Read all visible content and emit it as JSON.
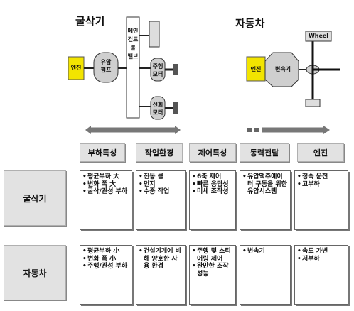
{
  "excavator": {
    "title": "굴삭기",
    "engine": "엔진",
    "pump": "유압\n펌프",
    "valve": "메인\n컨트롤\n밸브",
    "travel_motor": "주행\n모터",
    "swing_motor": "선회\n모터"
  },
  "car": {
    "title": "자동차",
    "engine": "엔진",
    "transmission": "변속기",
    "wheel": "Wheel"
  },
  "colors": {
    "engine": "#f2e400",
    "panel": "#e2e2e2",
    "arrow": "#c8c8c8"
  },
  "table": {
    "headers": [
      "부하특성",
      "작업환경",
      "제어특성",
      "동력전달",
      "엔진"
    ],
    "rows": [
      {
        "label": "굴삭기",
        "cells": [
          [
            "평균부하 大",
            "변화 폭 大",
            "굴삭/관성 부하"
          ],
          [
            "진동 큼",
            "먼지",
            "수중 작업"
          ],
          [
            "6축 제어",
            "빠른 응답성",
            "미세 조작성"
          ],
          [
            "유압액츄에이터 구동을 위한 유압시스템"
          ],
          [
            "정속 운전",
            "고부하"
          ]
        ]
      },
      {
        "label": "자동차",
        "cells": [
          [
            "평균부하 小",
            "변화 폭 小",
            "주행/관성 부하"
          ],
          [
            "건설기계에 비해 양호한 사용 환경"
          ],
          [
            "주행 및 스티어링 제어",
            "완만한 조작 성능"
          ],
          [
            "변속기"
          ],
          [
            "속도 가변",
            "저부하"
          ]
        ]
      }
    ]
  }
}
